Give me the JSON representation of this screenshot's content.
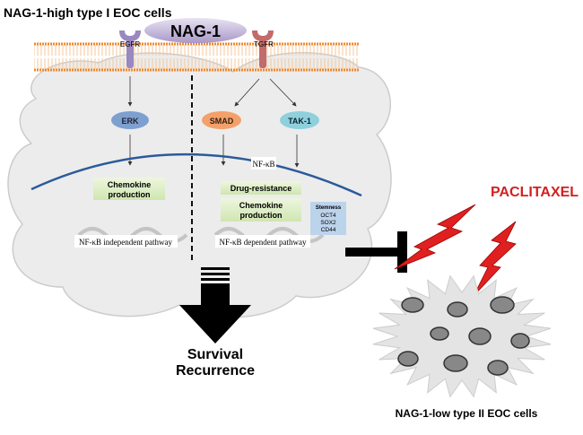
{
  "title_top": "NAG-1-high type I EOC cells",
  "ligand": "NAG-1",
  "receptors": {
    "left": "EGFR",
    "right": "TGFR"
  },
  "kinases": {
    "erk": "ERK",
    "smad": "SMAD",
    "tak1": "TAK-1"
  },
  "nfkb": "NF-κB",
  "left_box": [
    "Chemokine",
    "production"
  ],
  "drug_resistance": "Drug-resistance",
  "right_box": [
    "Chemokine",
    "production"
  ],
  "stemness": {
    "title": "Stemness",
    "markers": [
      "OCT4",
      "SOX2",
      "CD44"
    ]
  },
  "pathway_left": "NF-κB independent pathway",
  "pathway_right": "NF-κB dependent pathway",
  "outcome": [
    "Survival",
    "Recurrence"
  ],
  "drug": "PACLITAXEL",
  "title_bottom": "NAG-1-low type II EOC cells",
  "colors": {
    "membrane": "#f08a30",
    "nucleus_line": "#2b5a9a",
    "drug": "#d42020",
    "cloud": "#ececec"
  }
}
